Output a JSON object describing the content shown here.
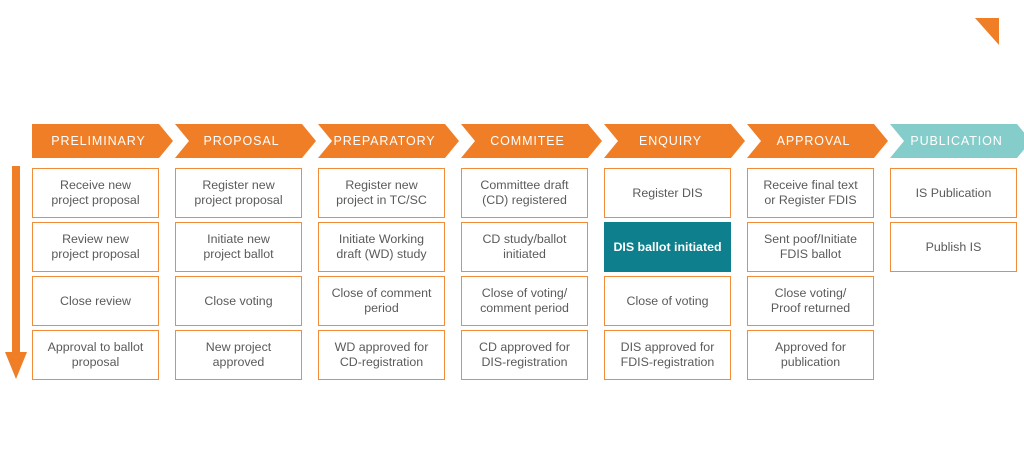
{
  "decor": {
    "corner_triangle_color": "#F07E26",
    "flow_arrow_color": "#F07E26",
    "flow_arrow_name": "downward-process-arrow"
  },
  "colors": {
    "orange": "#F07E26",
    "orange_border": "#F08C3A",
    "teal_light": "#85CDCB",
    "teal_dark": "#0E7F8C",
    "text_gray": "#5A5A5A",
    "white": "#FFFFFF"
  },
  "stages": [
    {
      "header": "PRELIMINARY",
      "header_color": "#F07E26",
      "notched": false,
      "steps": [
        {
          "label": "Receive new\nproject proposal",
          "highlight": false
        },
        {
          "label": "Review new\nproject proposal",
          "highlight": false
        },
        {
          "label": "Close review",
          "highlight": false
        },
        {
          "label": "Approval to ballot\nproposal",
          "highlight": false
        }
      ]
    },
    {
      "header": "PROPOSAL",
      "header_color": "#F07E26",
      "notched": true,
      "steps": [
        {
          "label": "Register new\nproject proposal",
          "highlight": false
        },
        {
          "label": "Initiate new\nproject ballot",
          "highlight": false
        },
        {
          "label": "Close voting",
          "highlight": false
        },
        {
          "label": "New project\napproved",
          "highlight": false
        }
      ]
    },
    {
      "header": "PREPARATORY",
      "header_color": "#F07E26",
      "notched": true,
      "steps": [
        {
          "label": "Register new\nproject in TC/SC",
          "highlight": false
        },
        {
          "label": "Initiate Working\ndraft (WD) study",
          "highlight": false
        },
        {
          "label": "Close of comment\nperiod",
          "highlight": false
        },
        {
          "label": "WD approved for\nCD-registration",
          "highlight": false
        }
      ]
    },
    {
      "header": "COMMITEE",
      "header_color": "#F07E26",
      "notched": true,
      "steps": [
        {
          "label": "Committee draft\n(CD) registered",
          "highlight": false
        },
        {
          "label": "CD study/ballot\ninitiated",
          "highlight": false
        },
        {
          "label": "Close of voting/\ncomment period",
          "highlight": false
        },
        {
          "label": "CD approved for\nDIS-registration",
          "highlight": false
        }
      ]
    },
    {
      "header": "ENQUIRY",
      "header_color": "#F07E26",
      "notched": true,
      "steps": [
        {
          "label": "Register DIS",
          "highlight": false
        },
        {
          "label": "DIS ballot initiated",
          "highlight": true
        },
        {
          "label": "Close of voting",
          "highlight": false
        },
        {
          "label": "DIS approved for\nFDIS-registration",
          "highlight": false
        }
      ]
    },
    {
      "header": "APPROVAL",
      "header_color": "#F07E26",
      "notched": true,
      "steps": [
        {
          "label": "Receive final text\nor Register FDIS",
          "highlight": false
        },
        {
          "label": "Sent poof/Initiate\nFDIS ballot",
          "highlight": false
        },
        {
          "label": "Close voting/\nProof returned",
          "highlight": false
        },
        {
          "label": "Approved for\npublication",
          "highlight": false
        }
      ]
    },
    {
      "header": "PUBLICATION",
      "header_color": "#85CDCB",
      "notched": true,
      "steps": [
        {
          "label": "IS Publication",
          "highlight": false
        },
        {
          "label": "Publish IS",
          "highlight": false
        }
      ]
    }
  ]
}
